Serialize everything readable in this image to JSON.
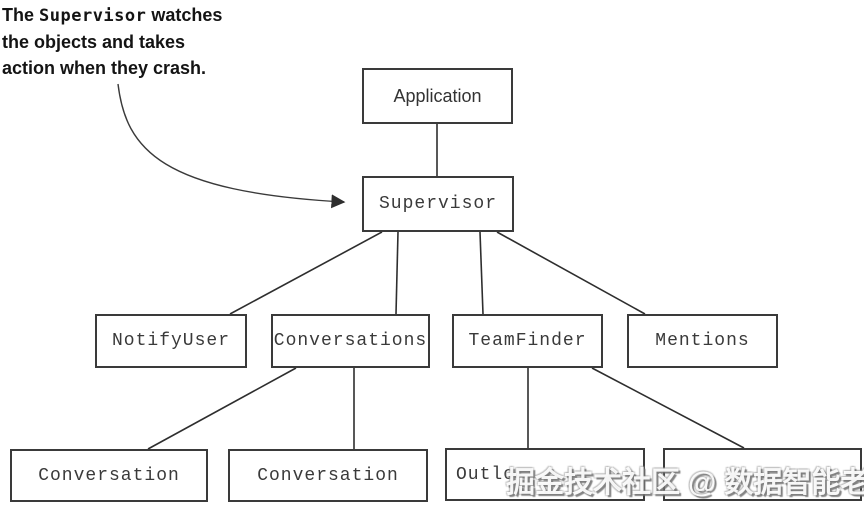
{
  "annotation": {
    "line1_prefix": "The ",
    "line1_code": "Supervisor",
    "line1_suffix": " watches",
    "line2": "the objects and takes",
    "line3": "action when they crash."
  },
  "nodes": {
    "application": {
      "label": "Application"
    },
    "supervisor": {
      "label": "Supervisor"
    },
    "notify_user": {
      "label": "NotifyUser"
    },
    "conversations": {
      "label": "Conversations"
    },
    "team_finder": {
      "label": "TeamFinder"
    },
    "mentions": {
      "label": "Mentions"
    },
    "conversation_1": {
      "label": "Conversation"
    },
    "conversation_2": {
      "label": "Conversation"
    },
    "outlook_partial": {
      "label": "Outlo"
    },
    "obscured": {
      "label": ""
    }
  },
  "edges": [
    {
      "from": "application",
      "to": "supervisor"
    },
    {
      "from": "supervisor",
      "to": "notify_user"
    },
    {
      "from": "supervisor",
      "to": "conversations"
    },
    {
      "from": "supervisor",
      "to": "team_finder"
    },
    {
      "from": "supervisor",
      "to": "mentions"
    },
    {
      "from": "conversations",
      "to": "conversation_1"
    },
    {
      "from": "conversations",
      "to": "conversation_2"
    },
    {
      "from": "team_finder",
      "to": "outlook_partial"
    },
    {
      "from": "team_finder",
      "to": "obscured"
    }
  ],
  "watermark": {
    "text": "掘金技术社区 @ 数据智能老司机"
  },
  "colors": {
    "line": "#2e2e2e",
    "border": "#3a3a3a",
    "node_text": "#3a3a3a",
    "annotation_text": "#141414",
    "background": "#ffffff"
  }
}
